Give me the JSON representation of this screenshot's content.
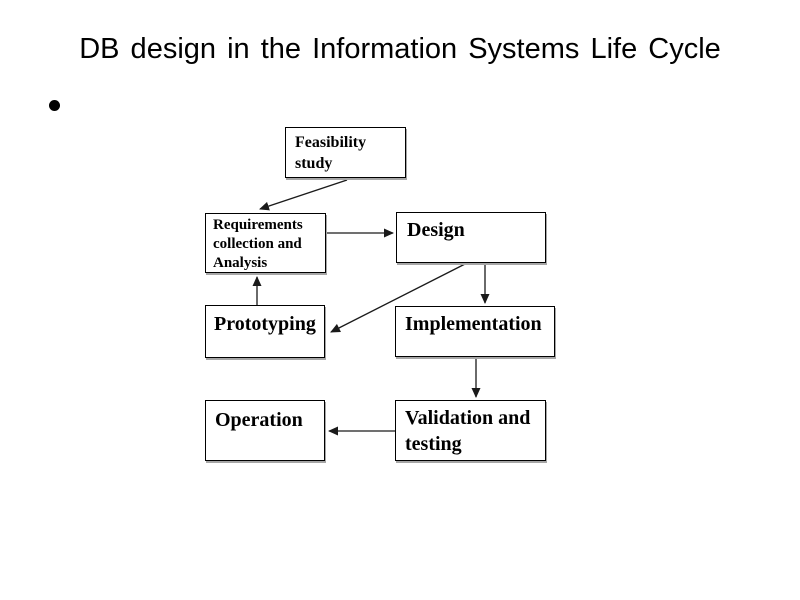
{
  "slide": {
    "title": "DB design in the Information Systems Life Cycle",
    "bullet_glyph": "•"
  },
  "diagram": {
    "boxes": [
      {
        "id": "feasibility",
        "label": "Feasibility study"
      },
      {
        "id": "requirements",
        "label": "Requirements collection and Analysis"
      },
      {
        "id": "design",
        "label": "Design"
      },
      {
        "id": "prototyping",
        "label": "Prototyping"
      },
      {
        "id": "implementation",
        "label": "Implementation"
      },
      {
        "id": "operation",
        "label": "Operation"
      },
      {
        "id": "validation",
        "label": "Validation and testing"
      }
    ],
    "flows": [
      {
        "from": "Feasibility study",
        "to": "Requirements collection and Analysis"
      },
      {
        "from": "Requirements collection and Analysis",
        "to": "Design"
      },
      {
        "from": "Design",
        "to": "Prototyping"
      },
      {
        "from": "Design",
        "to": "Implementation"
      },
      {
        "from": "Prototyping",
        "to": "Requirements collection and Analysis"
      },
      {
        "from": "Implementation",
        "to": "Validation and testing"
      },
      {
        "from": "Validation and testing",
        "to": "Operation"
      }
    ],
    "colors": {
      "background": "#ffffff",
      "box_fill": "#ffffff",
      "box_border": "#000000",
      "box_shadow": "#a6a6a6",
      "text": "#000000",
      "arrow": "#1a1a1a",
      "title": "#000000"
    }
  }
}
